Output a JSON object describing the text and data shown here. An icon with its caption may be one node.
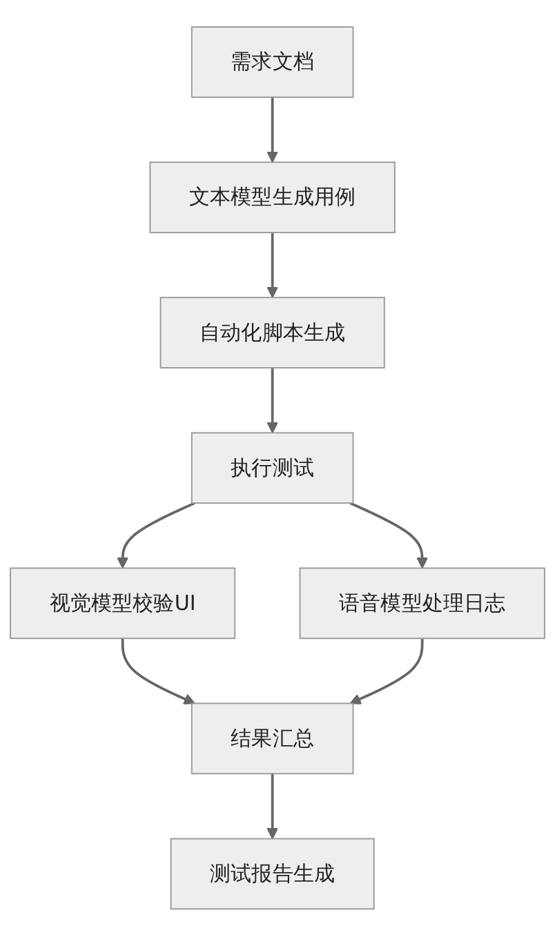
{
  "diagram": {
    "nodes": [
      {
        "text": [
          "需求文档"
        ]
      },
      {
        "text": [
          "文本模型生成用例"
        ]
      },
      {
        "text": [
          "自动化脚本生成"
        ]
      },
      {
        "text": [
          "执行测试"
        ]
      },
      {
        "text": [
          "视觉模型校验UI"
        ]
      },
      {
        "text": [
          "语音模型处理日志"
        ]
      },
      {
        "text": [
          "结果汇总"
        ]
      },
      {
        "text": [
          "测试报告生成"
        ]
      }
    ],
    "edges": [
      {
        "from": 0,
        "to": 1,
        "arrow": "to"
      },
      {
        "from": 1,
        "to": 2,
        "arrow": "to"
      },
      {
        "from": 2,
        "to": 3,
        "arrow": "to"
      },
      {
        "from": 3,
        "to": 4,
        "arrow": "to"
      },
      {
        "from": 3,
        "to": 5,
        "arrow": "to"
      },
      {
        "from": 4,
        "to": 6,
        "arrow": "to"
      },
      {
        "from": 5,
        "to": 6,
        "arrow": "to"
      },
      {
        "from": 6,
        "to": 7,
        "arrow": "to"
      }
    ]
  }
}
